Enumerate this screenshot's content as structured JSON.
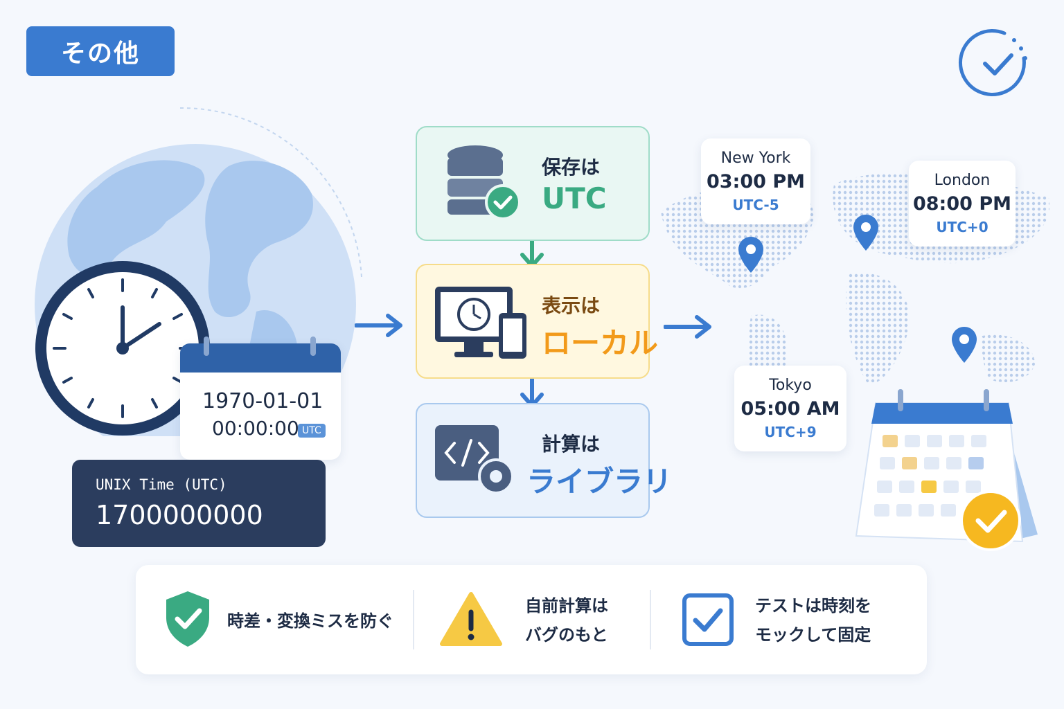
{
  "badge": {
    "label": "その他"
  },
  "calendar_card": {
    "date": "1970-01-01",
    "time": "00:00:00",
    "tz": "UTC"
  },
  "unix_panel": {
    "label": "UNIX Time (UTC)",
    "value": "1700000000"
  },
  "flow": {
    "save": {
      "label": "保存は",
      "value": "UTC"
    },
    "display": {
      "label": "表示は",
      "value": "ローカル"
    },
    "calc": {
      "label": "計算は",
      "value": "ライブラリ"
    }
  },
  "cities": [
    {
      "name": "New York",
      "time": "03:00 PM",
      "zone": "UTC-5"
    },
    {
      "name": "London",
      "time": "08:00 PM",
      "zone": "UTC+0"
    },
    {
      "name": "Tokyo",
      "time": "05:00 AM",
      "zone": "UTC+9"
    }
  ],
  "tips": [
    {
      "lines": [
        "時差・変換ミスを防ぐ"
      ],
      "icon": "shield-check-icon"
    },
    {
      "lines": [
        "自前計算は",
        "バグのもと"
      ],
      "icon": "warning-icon"
    },
    {
      "lines": [
        "テストは時刻を",
        "モックして固定"
      ],
      "icon": "checkbox-icon"
    }
  ],
  "colors": {
    "primary": "#3a7bd0",
    "navy": "#2b3d5e",
    "green": "#3aaa82",
    "orange": "#f29a1a",
    "yellow": "#f6c944"
  }
}
